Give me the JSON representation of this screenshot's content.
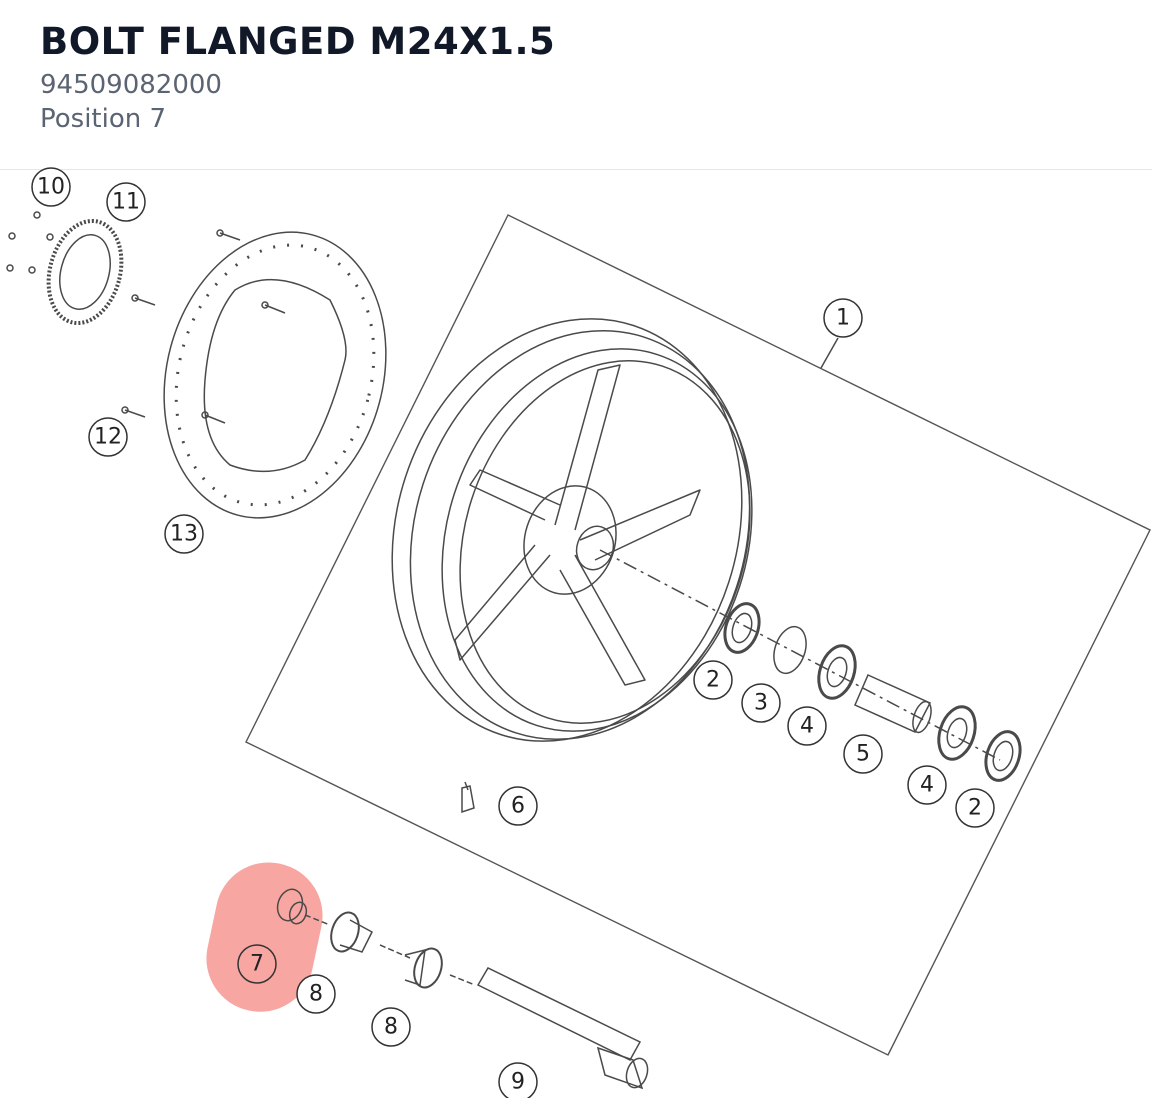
{
  "header": {
    "title": "BOLT FLANGED M24X1.5",
    "part_number": "94509082000",
    "position_text": "Position 7"
  },
  "highlight": {
    "position": "7",
    "color": "#f25c54"
  },
  "callouts": [
    {
      "id": "c10",
      "label": "10"
    },
    {
      "id": "c11",
      "label": "11"
    },
    {
      "id": "c12",
      "label": "12"
    },
    {
      "id": "c13",
      "label": "13"
    },
    {
      "id": "c1",
      "label": "1"
    },
    {
      "id": "c2a",
      "label": "2"
    },
    {
      "id": "c3",
      "label": "3"
    },
    {
      "id": "c4a",
      "label": "4"
    },
    {
      "id": "c5",
      "label": "5"
    },
    {
      "id": "c4b",
      "label": "4"
    },
    {
      "id": "c2b",
      "label": "2"
    },
    {
      "id": "c6",
      "label": "6"
    },
    {
      "id": "c7",
      "label": "7"
    },
    {
      "id": "c8a",
      "label": "8"
    },
    {
      "id": "c8b",
      "label": "8"
    },
    {
      "id": "c9",
      "label": "9"
    }
  ]
}
